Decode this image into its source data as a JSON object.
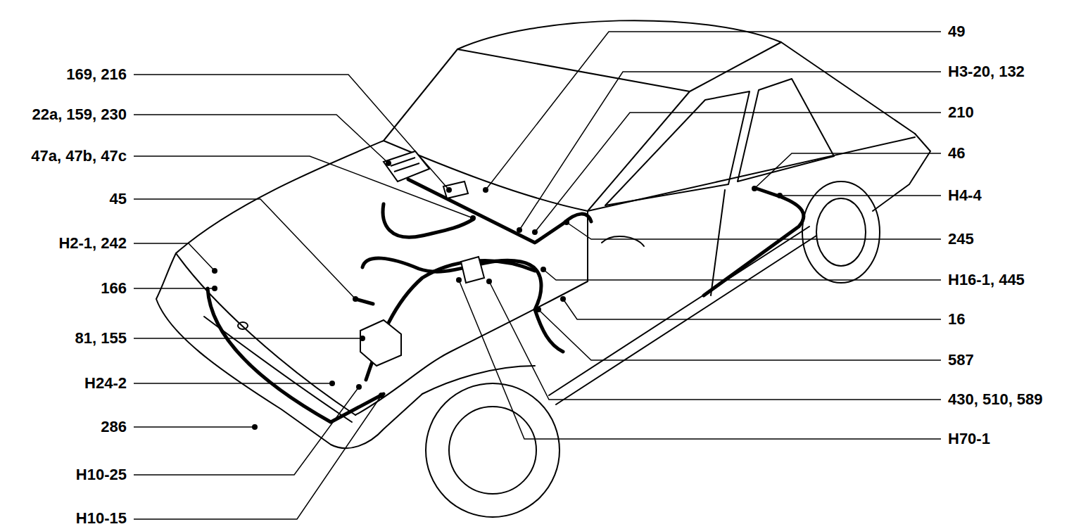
{
  "diagram": {
    "labels": [
      "169, 216",
      "22a, 159, 230",
      "47a, 47b, 47c",
      "45",
      "H2-1, 242",
      "166",
      "81, 155",
      "H24-2",
      "286",
      "H10-25",
      "H10-15",
      "49",
      "H3-20, 132",
      "210",
      "46",
      "H4-4",
      "245",
      "H16-1, 445",
      "16",
      "587",
      "430, 510, 589",
      "H70-1"
    ]
  }
}
